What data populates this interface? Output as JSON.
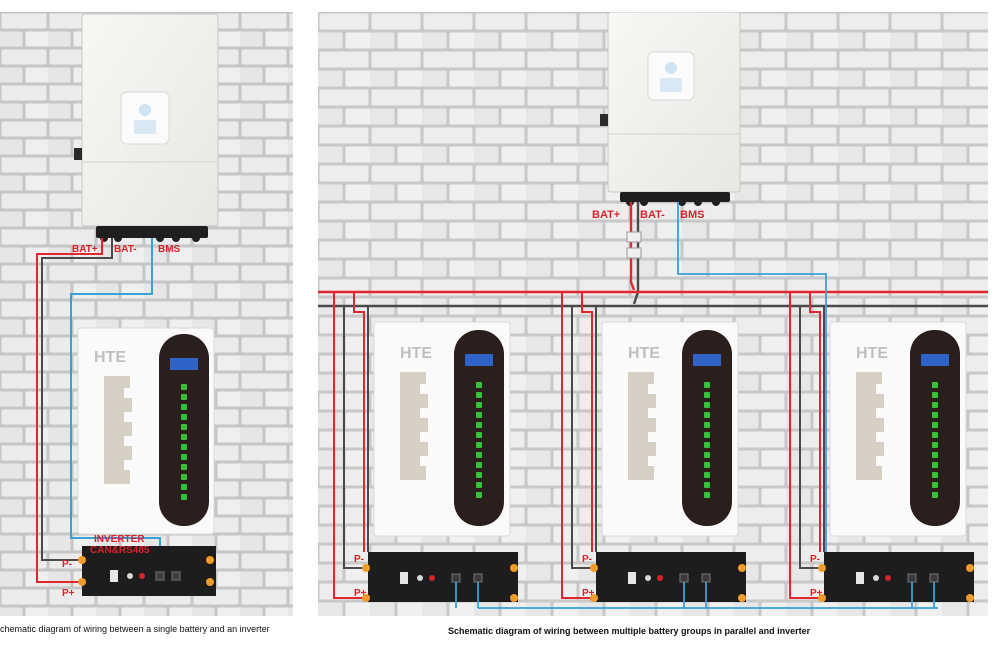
{
  "left_panel": {
    "caption": "chematic diagram of wiring between a single battery and an inverter",
    "labels": {
      "bat_plus": "BAT+",
      "bat_minus": "BAT-",
      "bms": "BMS",
      "inverter": "INVERTER",
      "can_rs485": "CAN&RS485",
      "p_minus": "P-",
      "p_plus": "P+"
    },
    "brand": "HTE"
  },
  "right_panel": {
    "caption": "Schematic diagram of wiring between multiple  battery groups in parallel and inverter",
    "labels": {
      "bat_plus": "BAT+",
      "bat_minus": "BAT-",
      "bms": "BMS",
      "p_minus": "P-",
      "p_plus": "P+"
    },
    "brand": "HTE",
    "battery_count": 3
  },
  "colors": {
    "positive_wire": "#e2262b",
    "negative_wire": "#4a4a4a",
    "comm_wire": "#3aa0d8",
    "brick_wall": "#e9e9e9",
    "mortar": "#c9c9c9",
    "label_red": "#d8242a"
  }
}
